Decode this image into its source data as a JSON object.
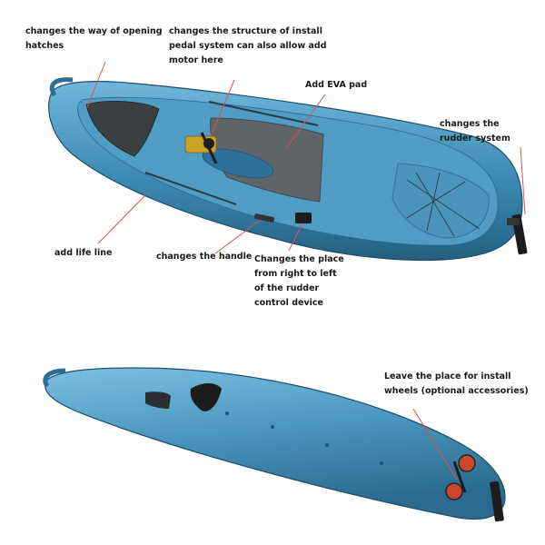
{
  "annotations": {
    "hatch": [
      "changes the way of opening",
      "hatches"
    ],
    "pedal": [
      "changes the structure of install",
      "pedal system can also allow add",
      "motor here"
    ],
    "eva": [
      "Add EVA pad"
    ],
    "rudder": [
      "changes the",
      "rudder system"
    ],
    "life": [
      "add life line"
    ],
    "handle": [
      "changes the handle"
    ],
    "change": [
      "Changes the place",
      "from right to left",
      "of the rudder",
      "control device"
    ],
    "wheels": [
      "Leave the place for install",
      "wheels  (optional accessories)"
    ]
  },
  "colors": {
    "hull": "#3b8ab3",
    "hull_light": "#5aa7cf",
    "deck": "#4f9cc4",
    "pad": "#5f6467",
    "leader": "#d9534f",
    "metal": "#c9a227",
    "black": "#1c1c1c",
    "wheel": "#c9462a"
  }
}
